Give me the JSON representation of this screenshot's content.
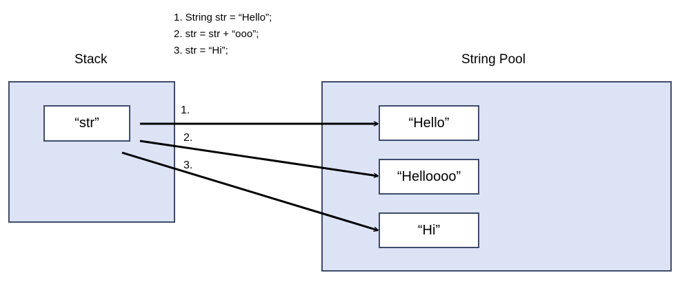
{
  "code_lines": [
    "1. String str = “Hello”;",
    "2. str = str + “ooo”;",
    "3. str = “Hi”;"
  ],
  "stack": {
    "title": "Stack",
    "variable_label": "“str”"
  },
  "pool": {
    "title": "String Pool",
    "items": [
      "“Hello”",
      "“Helloooo”",
      "“Hi”"
    ]
  },
  "arrows": [
    {
      "label": "1.",
      "to": "“Hello”"
    },
    {
      "label": "2.",
      "to": "“Helloooo”"
    },
    {
      "label": "3.",
      "to": "“Hi”"
    }
  ]
}
